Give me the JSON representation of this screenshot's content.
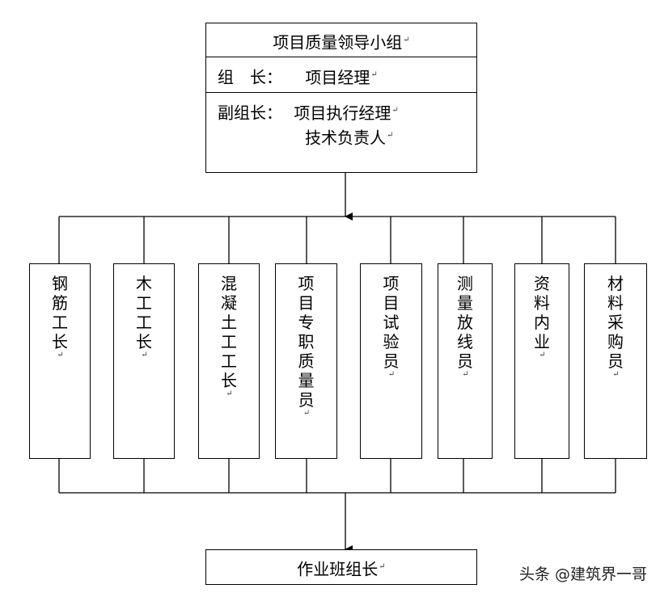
{
  "top": {
    "title": "项目质量领导小组",
    "leader_label": "组　长：",
    "leader_value": "项目经理",
    "deputy_label": "副组长：",
    "deputy_values": [
      "项目执行经理",
      "技术负责人"
    ]
  },
  "roles": [
    "钢筋工长",
    "木工工长",
    "混凝土工工长",
    "项目专职质量员",
    "项目试验员",
    "测量放线员",
    "资料内业",
    "材料采购员"
  ],
  "bottom": {
    "label": "作业班组长"
  },
  "paragraph_mark": "↵",
  "watermark": "头条 @建筑界一哥"
}
